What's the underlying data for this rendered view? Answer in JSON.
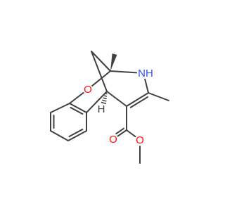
{
  "molecule": {
    "atoms": {
      "oxygen_ring": "O",
      "nitrogen": "NH",
      "oxygen_carbonyl": "O",
      "oxygen_ester": "O",
      "stereo_h": "H"
    },
    "colors": {
      "bond": "#404040",
      "oxygen": "#ff0d0d",
      "nitrogen": "#3050f8",
      "hydrogen": "#404040"
    }
  }
}
